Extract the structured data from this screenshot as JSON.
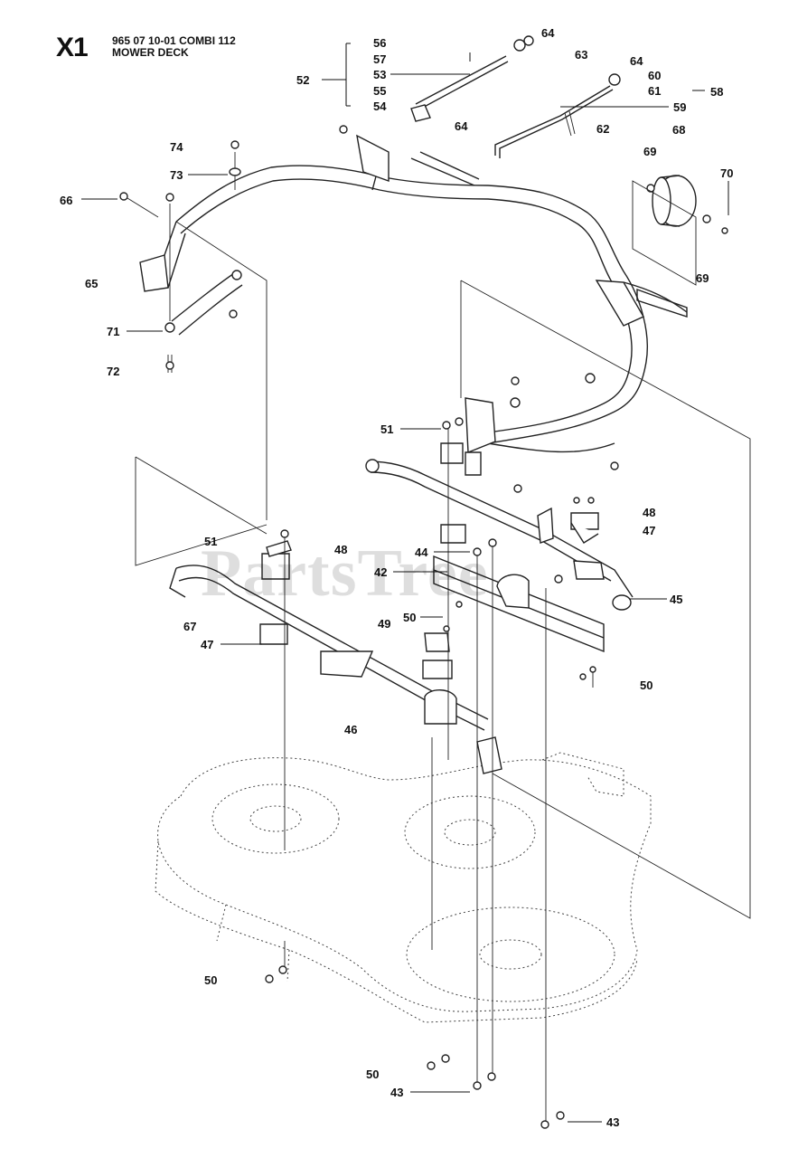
{
  "header": {
    "code": "X1",
    "part_number_line": "965 07 10-01 COMBI 112",
    "section_line": "MOWER DECK"
  },
  "watermark": "PartsTree",
  "callouts": [
    "56",
    "57",
    "53",
    "55",
    "54",
    "52",
    "64",
    "64",
    "63",
    "64",
    "60",
    "61",
    "58",
    "59",
    "62",
    "68",
    "69",
    "74",
    "73",
    "66",
    "70",
    "69",
    "65",
    "71",
    "72",
    "51",
    "48",
    "47",
    "51",
    "48",
    "44",
    "42",
    "45",
    "50",
    "49",
    "67",
    "47",
    "50",
    "46",
    "50",
    "50",
    "43",
    "43"
  ]
}
